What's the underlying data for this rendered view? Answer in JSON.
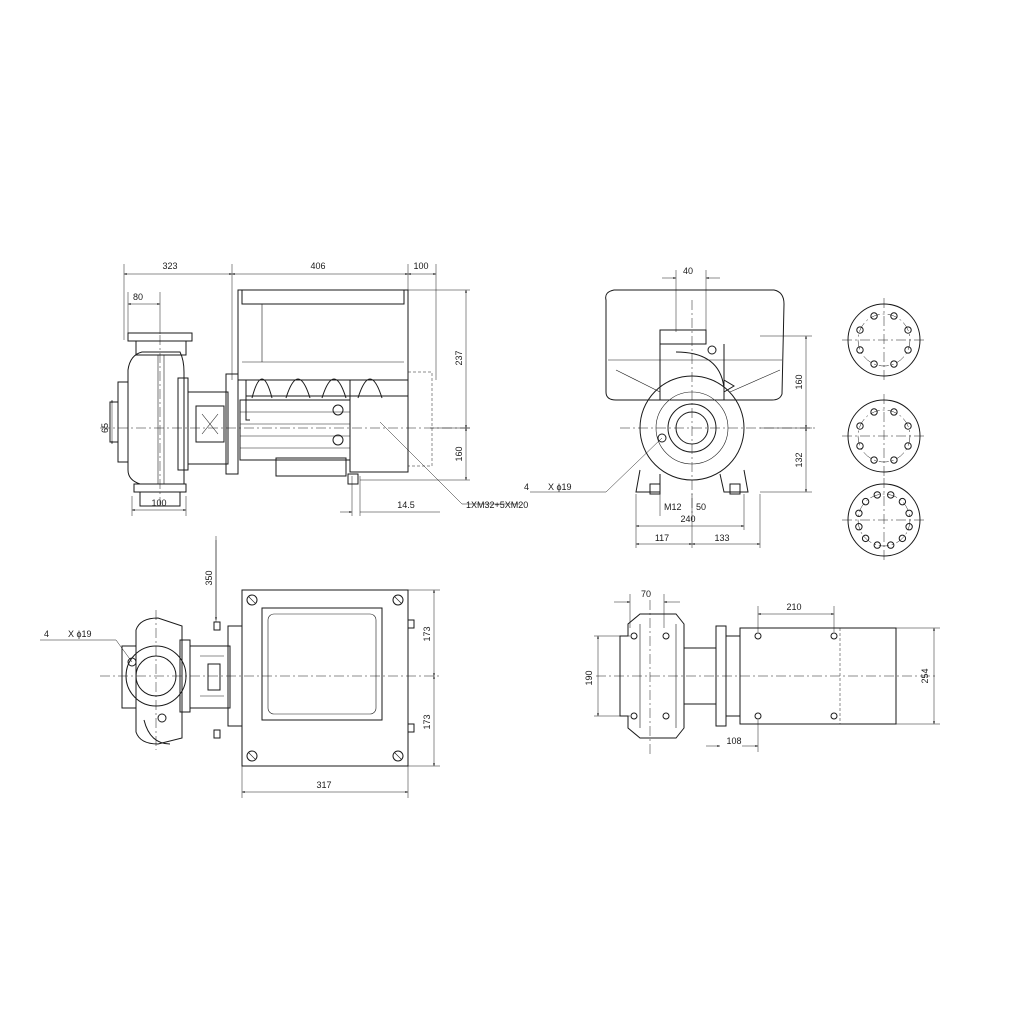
{
  "dimensions": {
    "d323": "323",
    "d406": "406",
    "d100_top": "100",
    "d80": "80",
    "d65": "65",
    "d100_base": "100",
    "d237": "237",
    "d160_side": "160",
    "d14_5": "14.5",
    "cable_glands": "1XM32+5XM20",
    "d40": "40",
    "d160_front": "160",
    "d132": "132",
    "hole_count_front": "4",
    "hole_spec_front": "X ϕ19",
    "d_m12": "M12",
    "d50": "50",
    "d240": "240",
    "d117": "117",
    "d133": "133",
    "d350": "350",
    "hole_count_top": "4",
    "hole_spec_top": "X ϕ19",
    "d173_upper": "173",
    "d173_lower": "173",
    "d317": "317",
    "d70": "70",
    "d210": "210",
    "d190": "190",
    "d254": "254",
    "d108": "108"
  },
  "flange_patterns": [
    {
      "holes": 8
    },
    {
      "holes": 8
    },
    {
      "holes": 12
    }
  ]
}
